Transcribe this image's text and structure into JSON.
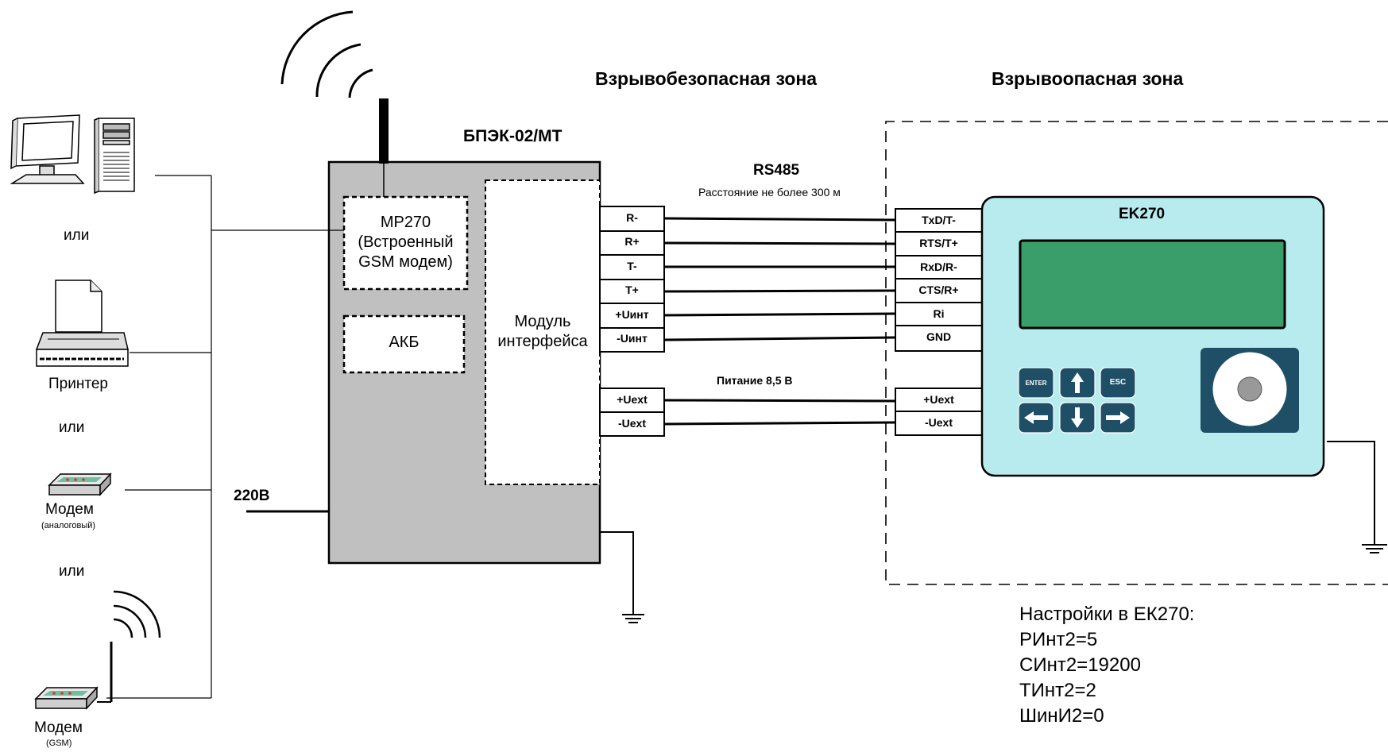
{
  "zones": {
    "safe": "Взрывобезопасная зона",
    "hazard": "Взрывоопасная зона"
  },
  "bpek": {
    "title": "БПЭК-02/МТ",
    "modem_lines": [
      "МР270",
      "(Встроенный",
      "GSM модем)"
    ],
    "battery": "АКБ",
    "interface_lines": [
      "Модуль",
      "интерфейса"
    ],
    "power_in": "220В"
  },
  "rs485": {
    "title": "RS485",
    "distance": "Расстояние не более 300 м",
    "left_terminals": [
      "R-",
      "R+",
      "T-",
      "T+",
      "+Uинт",
      "-Uинт"
    ],
    "right_terminals": [
      "TxD/T-",
      "RTS/T+",
      "RxD/R-",
      "CTS/R+",
      "Ri",
      "GND"
    ]
  },
  "power": {
    "title": "Питание 8,5 В",
    "left_terminals": [
      "+Uext",
      "-Uext"
    ],
    "right_terminals": [
      "+Uext",
      "-Uext"
    ]
  },
  "ek270": {
    "title": "EK270",
    "display_color": "#3a9e6a",
    "body_color": "#b7ebee",
    "keys": {
      "enter": "ENTER",
      "esc": "ESC",
      "up": "up-arrow-icon",
      "down": "down-arrow-icon",
      "left": "left-arrow-icon",
      "right": "right-arrow-icon"
    }
  },
  "devices": {
    "or1": "или",
    "printer": "Принтер",
    "or2": "или",
    "modem_analog": "Модем",
    "modem_analog_note": "(аналоговый)",
    "or3": "или",
    "modem_gsm": "Модем",
    "modem_gsm_note": "(GSM)"
  },
  "settings": {
    "title": "Настройки в ЕК270:",
    "lines": [
      "РИнт2=5",
      "СИнт2=19200",
      "ТИнт2=2",
      "ШинИ2=0"
    ]
  }
}
